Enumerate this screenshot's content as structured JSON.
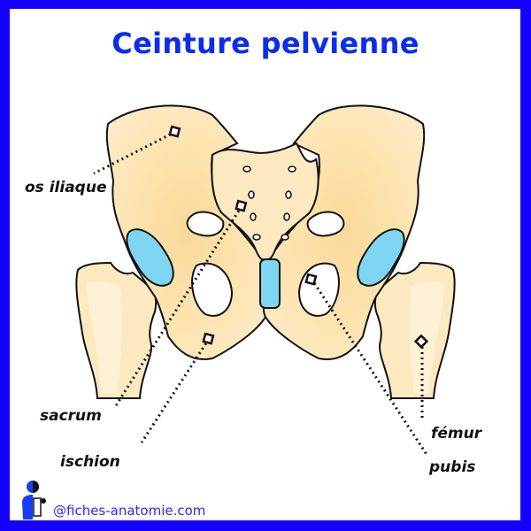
{
  "title": "Ceinture pelvienne",
  "labels": {
    "os_iliaque": "os iliaque",
    "sacrum": "sacrum",
    "ischion": "ischion",
    "femur": "fémur",
    "pubis": "pubis"
  },
  "footer": {
    "handle": "@fiches-anatomie.com"
  },
  "colors": {
    "border": "#1400ff",
    "title": "#0b2cf2",
    "bone": "#fde9bf",
    "bone_shade": "#f9d99a",
    "cartilage": "#7fd6f2",
    "outline": "#111111"
  }
}
